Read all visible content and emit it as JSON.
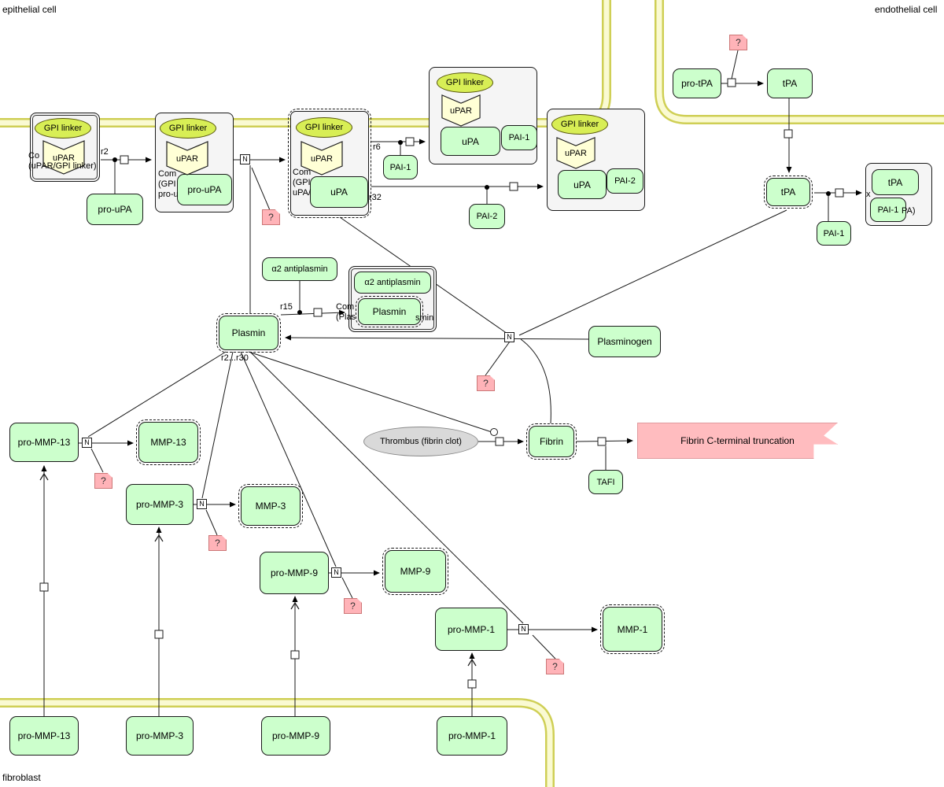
{
  "regions": {
    "epithelial": "epithelial cell",
    "endothelial": "endothelial cell",
    "fibroblast": "fibroblast"
  },
  "glyphs": {
    "gpi_linker": "GPI linker",
    "upar": "uPAR",
    "n_node": "N",
    "unknown_flag": "?"
  },
  "species": {
    "pro_upa": "pro-uPA",
    "upa": "uPA",
    "pai1": "PAI-1",
    "pai2": "PAI-2",
    "pro_tpa": "pro-tPA",
    "tpa": "tPA",
    "plasminogen": "Plasminogen",
    "plasmin": "Plasmin",
    "a2_antiplasmin": "α2 antiplasmin",
    "thrombus": "Thrombus (fibrin clot)",
    "fibrin": "Fibrin",
    "tafi": "TAFI",
    "fibrin_trunc": "Fibrin C-terminal truncation",
    "pro_mmp13": "pro-MMP-13",
    "mmp13": "MMP-13",
    "pro_mmp3": "pro-MMP-3",
    "mmp3": "MMP-3",
    "pro_mmp9": "pro-MMP-9",
    "mmp9": "MMP-9",
    "pro_mmp1": "pro-MMP-1",
    "mmp1": "MMP-1"
  },
  "complex_labels": {
    "c1": "Co\n(uPAR/GPI linker)",
    "c2": "Com\n(GPI\npro-u",
    "c3": "Com\n(GPI\nuPA/",
    "ca2_left": "Com\n(Plas",
    "ca2_right": "smin",
    "ctpa_left": "x",
    "ctpa_right": "PA)"
  },
  "reaction_labels": {
    "r2": "r2",
    "r6": "r6",
    "r32": "r32",
    "r15": "r15",
    "r_fan": "r2...r30"
  },
  "colors": {
    "species_fill": "#ccffcc",
    "complex_fill": "#f5f5f5",
    "gpi_fill": "#d8ee55",
    "receptor_fill": "#ffffd6",
    "membrane_edge": "#cfcf55",
    "membrane_core": "#fafad2",
    "flag_fill": "#ffb3b8",
    "truncation_fill": "#ffbcbf",
    "thrombus_fill": "#d9d9d9"
  }
}
